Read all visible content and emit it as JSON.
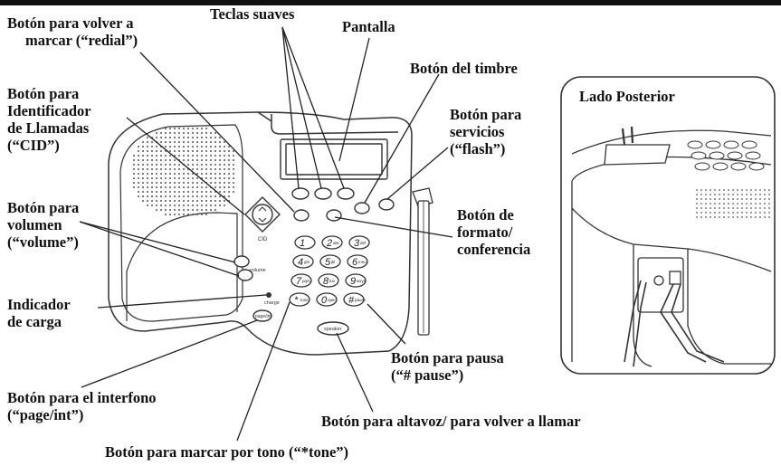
{
  "labels": {
    "redial": [
      "Botón para volver a",
      "marcar (“redial”)"
    ],
    "soft_keys": [
      "Teclas suaves"
    ],
    "display": [
      "Pantalla"
    ],
    "ringer": [
      "Botón del timbre"
    ],
    "cid": [
      "Botón para",
      "Identificador",
      "de Llamadas",
      "(“CID”)"
    ],
    "flash": [
      "Botón para",
      "servicios",
      "(“flash”)"
    ],
    "volume": [
      "Botón para",
      "volumen",
      "(“volume”)"
    ],
    "format_conference": [
      "Botón de",
      "formato/",
      "conferencia"
    ],
    "charge": [
      "Indicador",
      "de carga"
    ],
    "pause": [
      "Botón para pausa",
      "(“# pause”)"
    ],
    "intercom": [
      "Botón para el interfono",
      "(“page/int”)"
    ],
    "speaker": [
      "Botón para altavoz/ para volver a llamar"
    ],
    "tone": [
      "Botón para marcar por tono (“*tone”)"
    ]
  },
  "inset": {
    "title": "Lado Posterior"
  },
  "phone_text": {
    "cid": "CID",
    "volume": "volume",
    "charge": "charge",
    "page_int": "page/int",
    "speaker": "speaker",
    "keys": [
      {
        "digit": "1",
        "sub": ""
      },
      {
        "digit": "2",
        "sub": "abc"
      },
      {
        "digit": "3",
        "sub": "def"
      },
      {
        "digit": "4",
        "sub": "ghi"
      },
      {
        "digit": "5",
        "sub": "jkl"
      },
      {
        "digit": "6",
        "sub": "mno"
      },
      {
        "digit": "7",
        "sub": "pqrs"
      },
      {
        "digit": "8",
        "sub": "tuv"
      },
      {
        "digit": "9",
        "sub": "wxyz"
      },
      {
        "digit": "*",
        "sub": "tone"
      },
      {
        "digit": "0",
        "sub": "oper"
      },
      {
        "digit": "#",
        "sub": "pause"
      }
    ]
  }
}
